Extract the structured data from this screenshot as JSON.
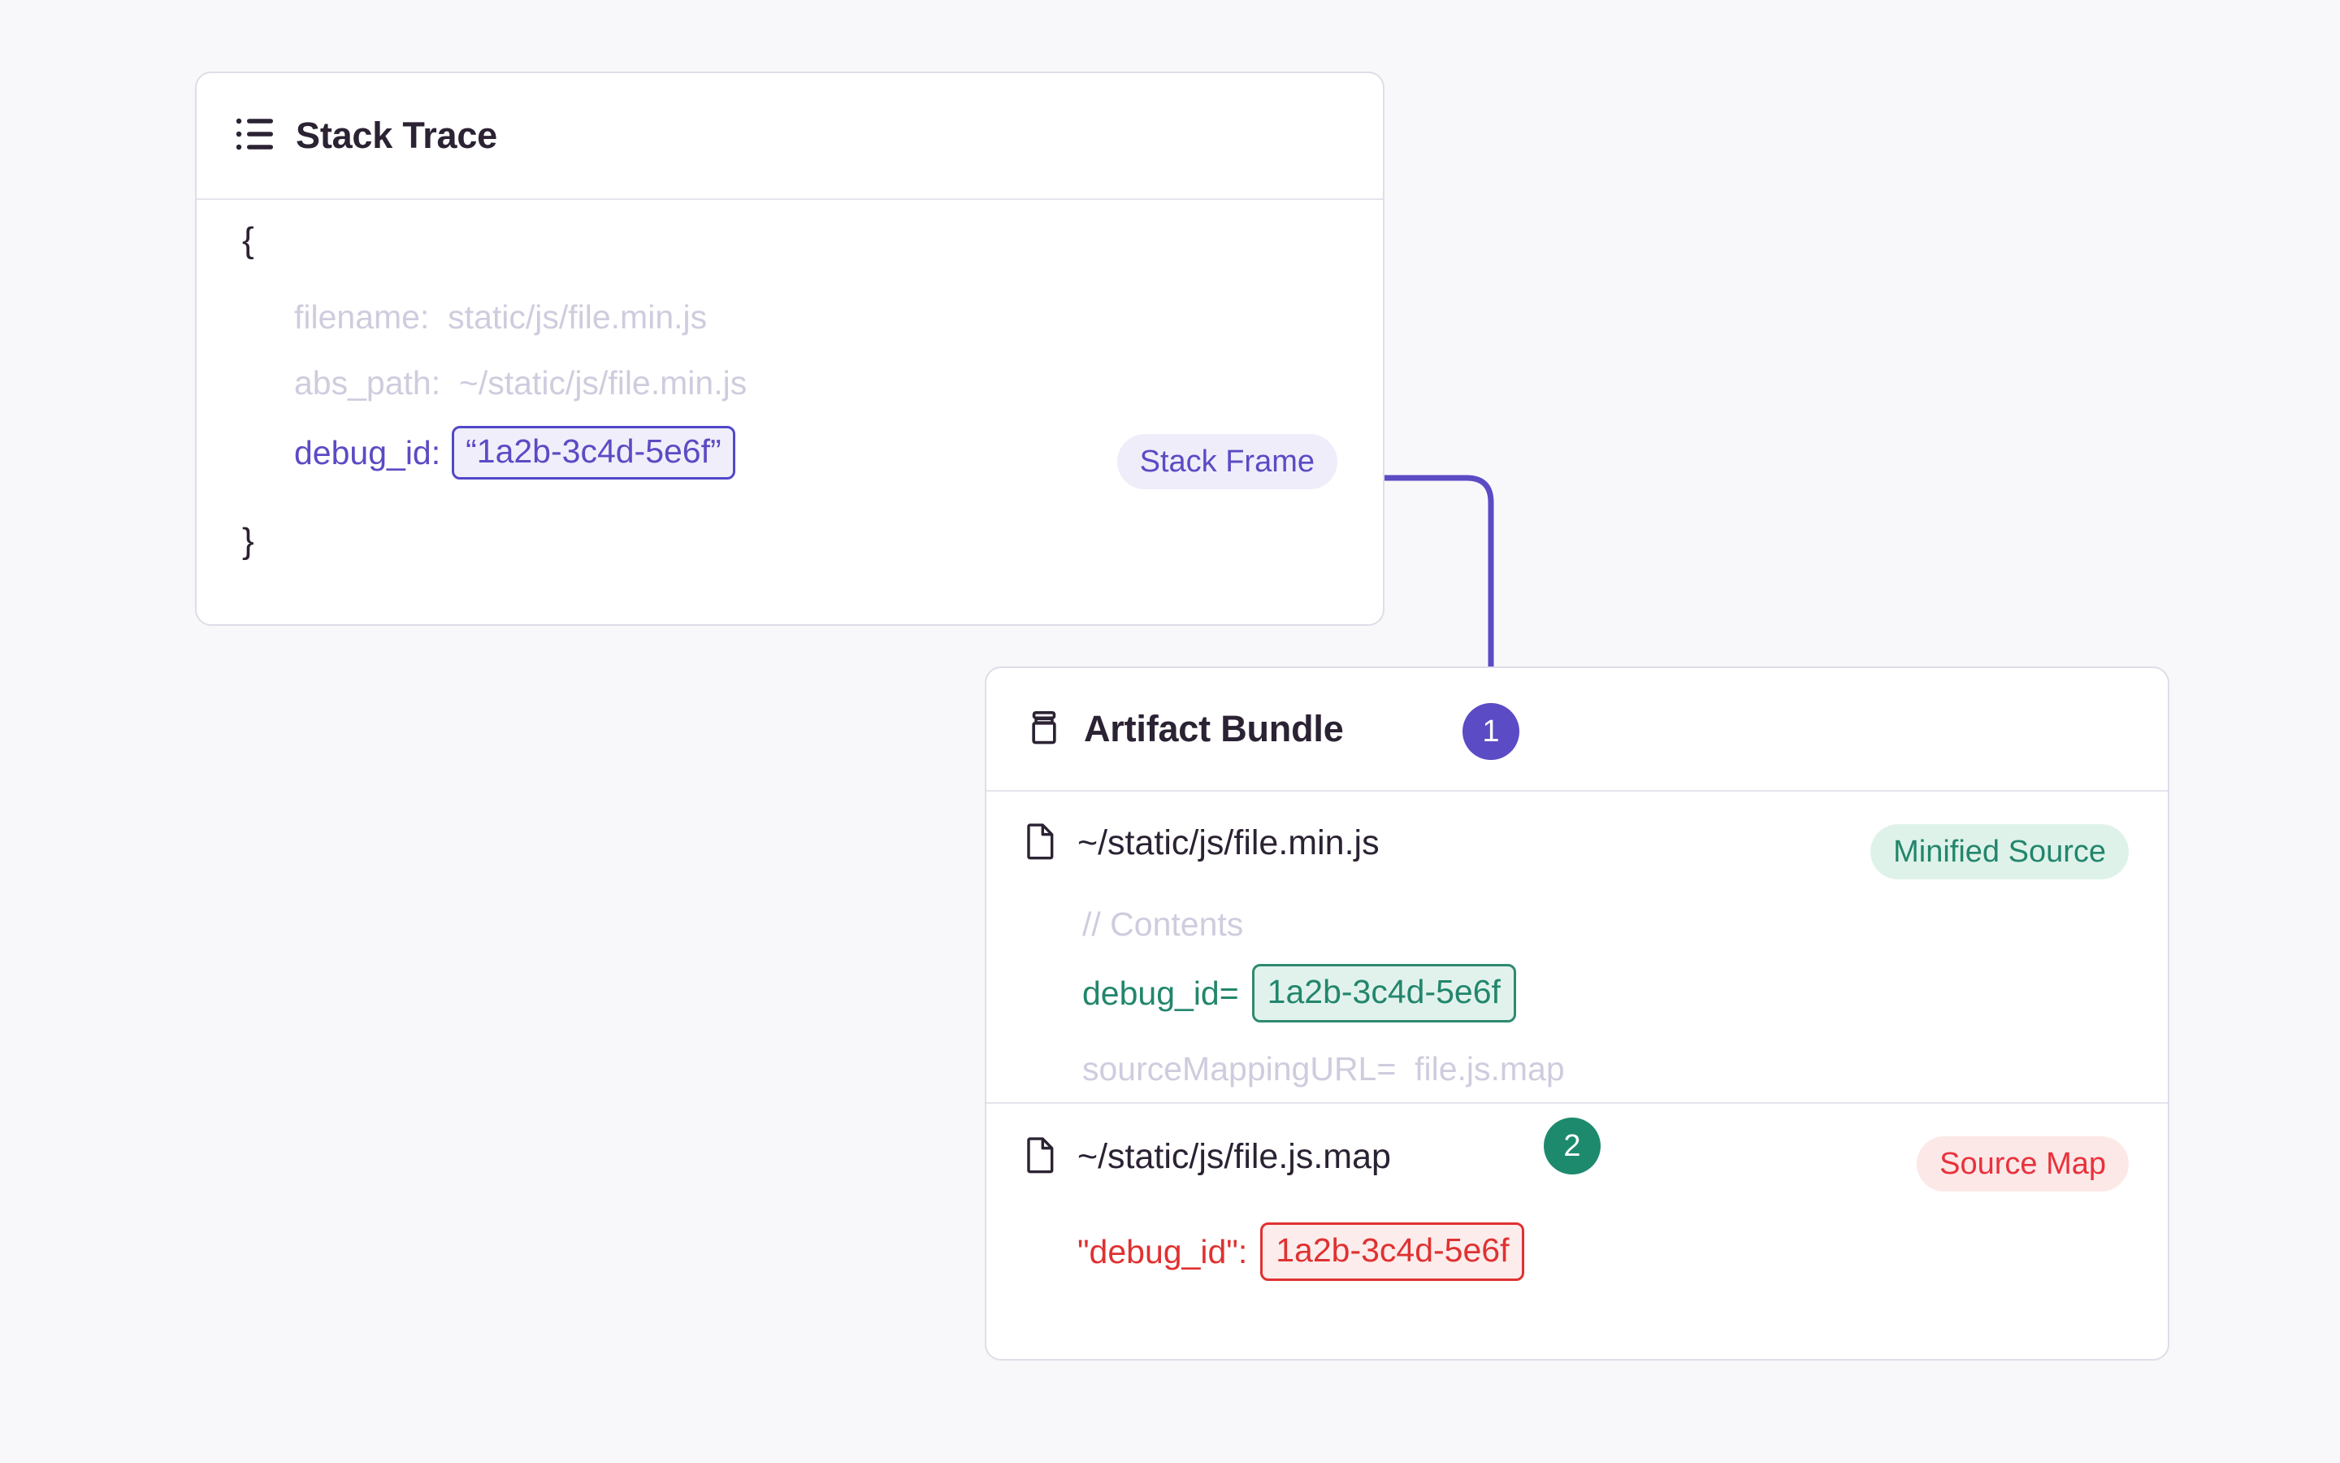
{
  "background": "#F8F8FB",
  "colors": {
    "purple": "#5B4BC4",
    "teal": "#22866C",
    "red": "#E03131",
    "text": "#2B2233",
    "muted": "#CFCCDE",
    "card_border": "#DEDDE8"
  },
  "stack_trace_card": {
    "title": "Stack Trace",
    "icon": "list-icon",
    "badge": "Stack Frame",
    "open_brace": "{",
    "close_brace": "}",
    "fields": [
      {
        "key": "filename:",
        "value": "static/js/file.min.js"
      },
      {
        "key": "abs_path:",
        "value": "~/static/js/file.min.js"
      }
    ],
    "debug_id": {
      "key": "debug_id:",
      "value": "“1a2b-3c4d-5e6f”"
    }
  },
  "artifact_bundle_card": {
    "title": "Artifact Bundle",
    "icon": "archive-icon",
    "rows": [
      {
        "file_icon": "file-icon",
        "file_name": "~/static/js/file.min.js",
        "badge": "Minified Source",
        "lines": [
          {
            "type": "comment",
            "text": "// Contents"
          },
          {
            "type": "kv-chip-teal",
            "key": "debug_id=",
            "value": "1a2b-3c4d-5e6f"
          },
          {
            "type": "kv-muted",
            "key": "sourceMappingURL=",
            "value": "file.js.map"
          }
        ]
      },
      {
        "file_icon": "file-icon",
        "file_name": "~/static/js/file.js.map",
        "badge": "Source Map",
        "lines": [
          {
            "type": "kv-chip-red",
            "key": "\"debug_id\":",
            "value": "1a2b-3c4d-5e6f"
          }
        ]
      }
    ]
  },
  "steps": [
    {
      "label": "1",
      "color": "#5B4BC4"
    },
    {
      "label": "2",
      "color": "#1D8A6E"
    }
  ]
}
